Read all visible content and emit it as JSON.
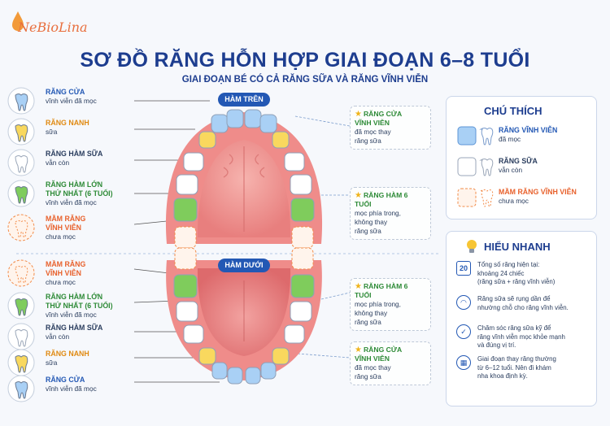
{
  "brand": {
    "logo_text": "NeBioLina"
  },
  "title": "SƠ ĐỒ RĂNG HỖN HỢP GIAI ĐOẠN 6–8 TUỔI",
  "subtitle": "GIAI ĐOẠN BÉ CÓ CẢ RĂNG SỮA VÀ RĂNG VĨNH VIỄN",
  "upper_jaw_label": "HÀM TRÊN",
  "lower_jaw_label": "HÀM DƯỚI",
  "colors": {
    "permanent_blue": "#a9d0f5",
    "canine_yellow": "#f9d85e",
    "milk_white": "#ffffff",
    "molar_green": "#7fcc5c",
    "bud_orange": "#f28c4a",
    "gum_pink": "#ef8c8a",
    "accent_blue": "#2358b4"
  },
  "left_upper": [
    {
      "label": "RĂNG CỬA",
      "desc": "vĩnh viễn đã mọc",
      "type": "blue",
      "label_color": "#2358b4"
    },
    {
      "label": "RĂNG NANH",
      "desc": "sữa",
      "type": "yellow",
      "label_color": "#e08a12"
    },
    {
      "label": "RĂNG HÀM SỮA",
      "desc": "vẫn còn",
      "type": "white",
      "label_color": "#2a3d5e"
    },
    {
      "label": "RĂNG HÀM LỚN",
      "label2": "THỨ NHẤT (6 TUỔI)",
      "desc": "vĩnh viễn đã mọc",
      "type": "green",
      "label_color": "#2d8a36"
    },
    {
      "label": "MẦM RĂNG",
      "label2": "VĨNH VIỄN",
      "desc": "chưa mọc",
      "type": "bud",
      "label_color": "#e8612c"
    }
  ],
  "left_lower": [
    {
      "label": "MẦM RĂNG",
      "label2": "VĨNH VIỄN",
      "desc": "chưa mọc",
      "type": "bud",
      "label_color": "#e8612c"
    },
    {
      "label": "RĂNG HÀM LỚN",
      "label2": "THỨ NHẤT (6 TUỔI)",
      "desc": "vĩnh viễn đã mọc",
      "type": "green",
      "label_color": "#2d8a36"
    },
    {
      "label": "RĂNG HÀM SỮA",
      "desc": "vẫn còn",
      "type": "white",
      "label_color": "#2a3d5e"
    },
    {
      "label": "RĂNG NANH",
      "desc": "sữa",
      "type": "yellow",
      "label_color": "#e08a12"
    },
    {
      "label": "RĂNG CỬA",
      "desc": "vĩnh viễn đã mọc",
      "type": "blue",
      "label_color": "#2358b4"
    }
  ],
  "right_cards": [
    {
      "label": "RĂNG CỬA",
      "label2": "VĨNH VIỄN",
      "desc": "đã mọc thay",
      "desc2": "răng sữa"
    },
    {
      "label": "RĂNG HÀM 6 TUỔI",
      "desc": "mọc phía trong,",
      "desc2": "không thay",
      "desc3": "răng sữa"
    },
    {
      "label": "RĂNG HÀM 6 TUỔI",
      "desc": "mọc phía trong,",
      "desc2": "không thay",
      "desc3": "răng sữa"
    },
    {
      "label": "RĂNG CỬA",
      "label2": "VĨNH VIỄN",
      "desc": "đã mọc thay",
      "desc2": "răng sữa"
    }
  ],
  "legend": {
    "title": "CHÚ THÍCH",
    "items": [
      {
        "label": "RĂNG VĨNH VIỄN",
        "desc": "đã mọc",
        "type": "blue",
        "label_color": "#2358b4"
      },
      {
        "label": "RĂNG SỮA",
        "desc": "vẫn còn",
        "type": "white",
        "label_color": "#2a3d5e"
      },
      {
        "label": "MẦM RĂNG VĨNH VIỄN",
        "desc": "chưa mọc",
        "type": "bud",
        "label_color": "#e8612c"
      }
    ]
  },
  "tips": {
    "title": "HIỂU NHANH",
    "items": [
      {
        "icon": "20",
        "icon_name": "number-badge-icon",
        "lines": [
          "Tổng số răng hiện tại:",
          "khoảng 24 chiếc",
          "(răng sữa + răng vĩnh viễn)"
        ]
      },
      {
        "icon": "◠",
        "icon_name": "tooth-icon",
        "lines": [
          "Răng sữa sẽ rụng dần để",
          "nhường chỗ cho răng vĩnh viễn."
        ]
      },
      {
        "icon": "✓",
        "icon_name": "shield-check-icon",
        "lines": [
          "Chăm sóc răng sữa kỹ để",
          "răng vĩnh viễn mọc khỏe mạnh",
          "và đúng vị trí."
        ]
      },
      {
        "icon": "▦",
        "icon_name": "calendar-icon",
        "lines": [
          "Giai đoạn thay răng thường",
          "từ 6–12 tuổi. Nên đi khám",
          "nha khoa định kỳ."
        ]
      }
    ]
  }
}
